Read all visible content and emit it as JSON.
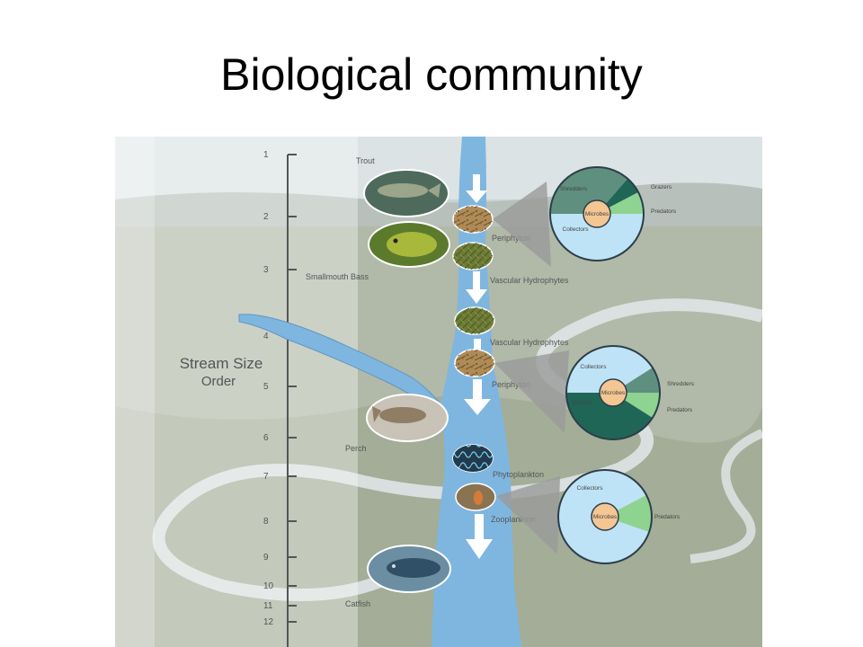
{
  "title": "Biological community",
  "axis": {
    "title_line1": "Stream Size",
    "title_line2": "Order",
    "ticks": [
      "1",
      "2",
      "3",
      "4",
      "5",
      "6",
      "7",
      "8",
      "9",
      "10",
      "11",
      "12"
    ]
  },
  "fish": {
    "trout": "Trout",
    "smallmouth_bass": "Smallmouth Bass",
    "perch": "Perch",
    "catfish": "Catfish"
  },
  "stream_labels": {
    "periphyton_1": "Periphyton",
    "vascular_1": "Vascular Hydrophytes",
    "vascular_2": "Vascular Hydrophytes",
    "periphyton_2": "Periphyton",
    "phytoplankton": "Phytoplankton",
    "zooplankton": "Zooplankton"
  },
  "pie_charts": {
    "upper": {
      "center": "Microbes",
      "shredders": "Shredders",
      "collectors": "Collectors",
      "grazers": "Grazers",
      "predators": "Predators"
    },
    "middle": {
      "center": "Microbes",
      "collectors": "Collectors",
      "grazers": "Grazers",
      "shredders": "Shredders",
      "predators": "Predators"
    },
    "lower": {
      "center": "Microbes",
      "collectors": "Collectors",
      "predators": "Predators"
    }
  },
  "colors": {
    "stream": "#7fb6e0",
    "collectors": "#bfe3f6",
    "shredders": "#5f8f7f",
    "grazers": "#1f6656",
    "predators": "#8fd390",
    "microbes": "#f4c694"
  }
}
